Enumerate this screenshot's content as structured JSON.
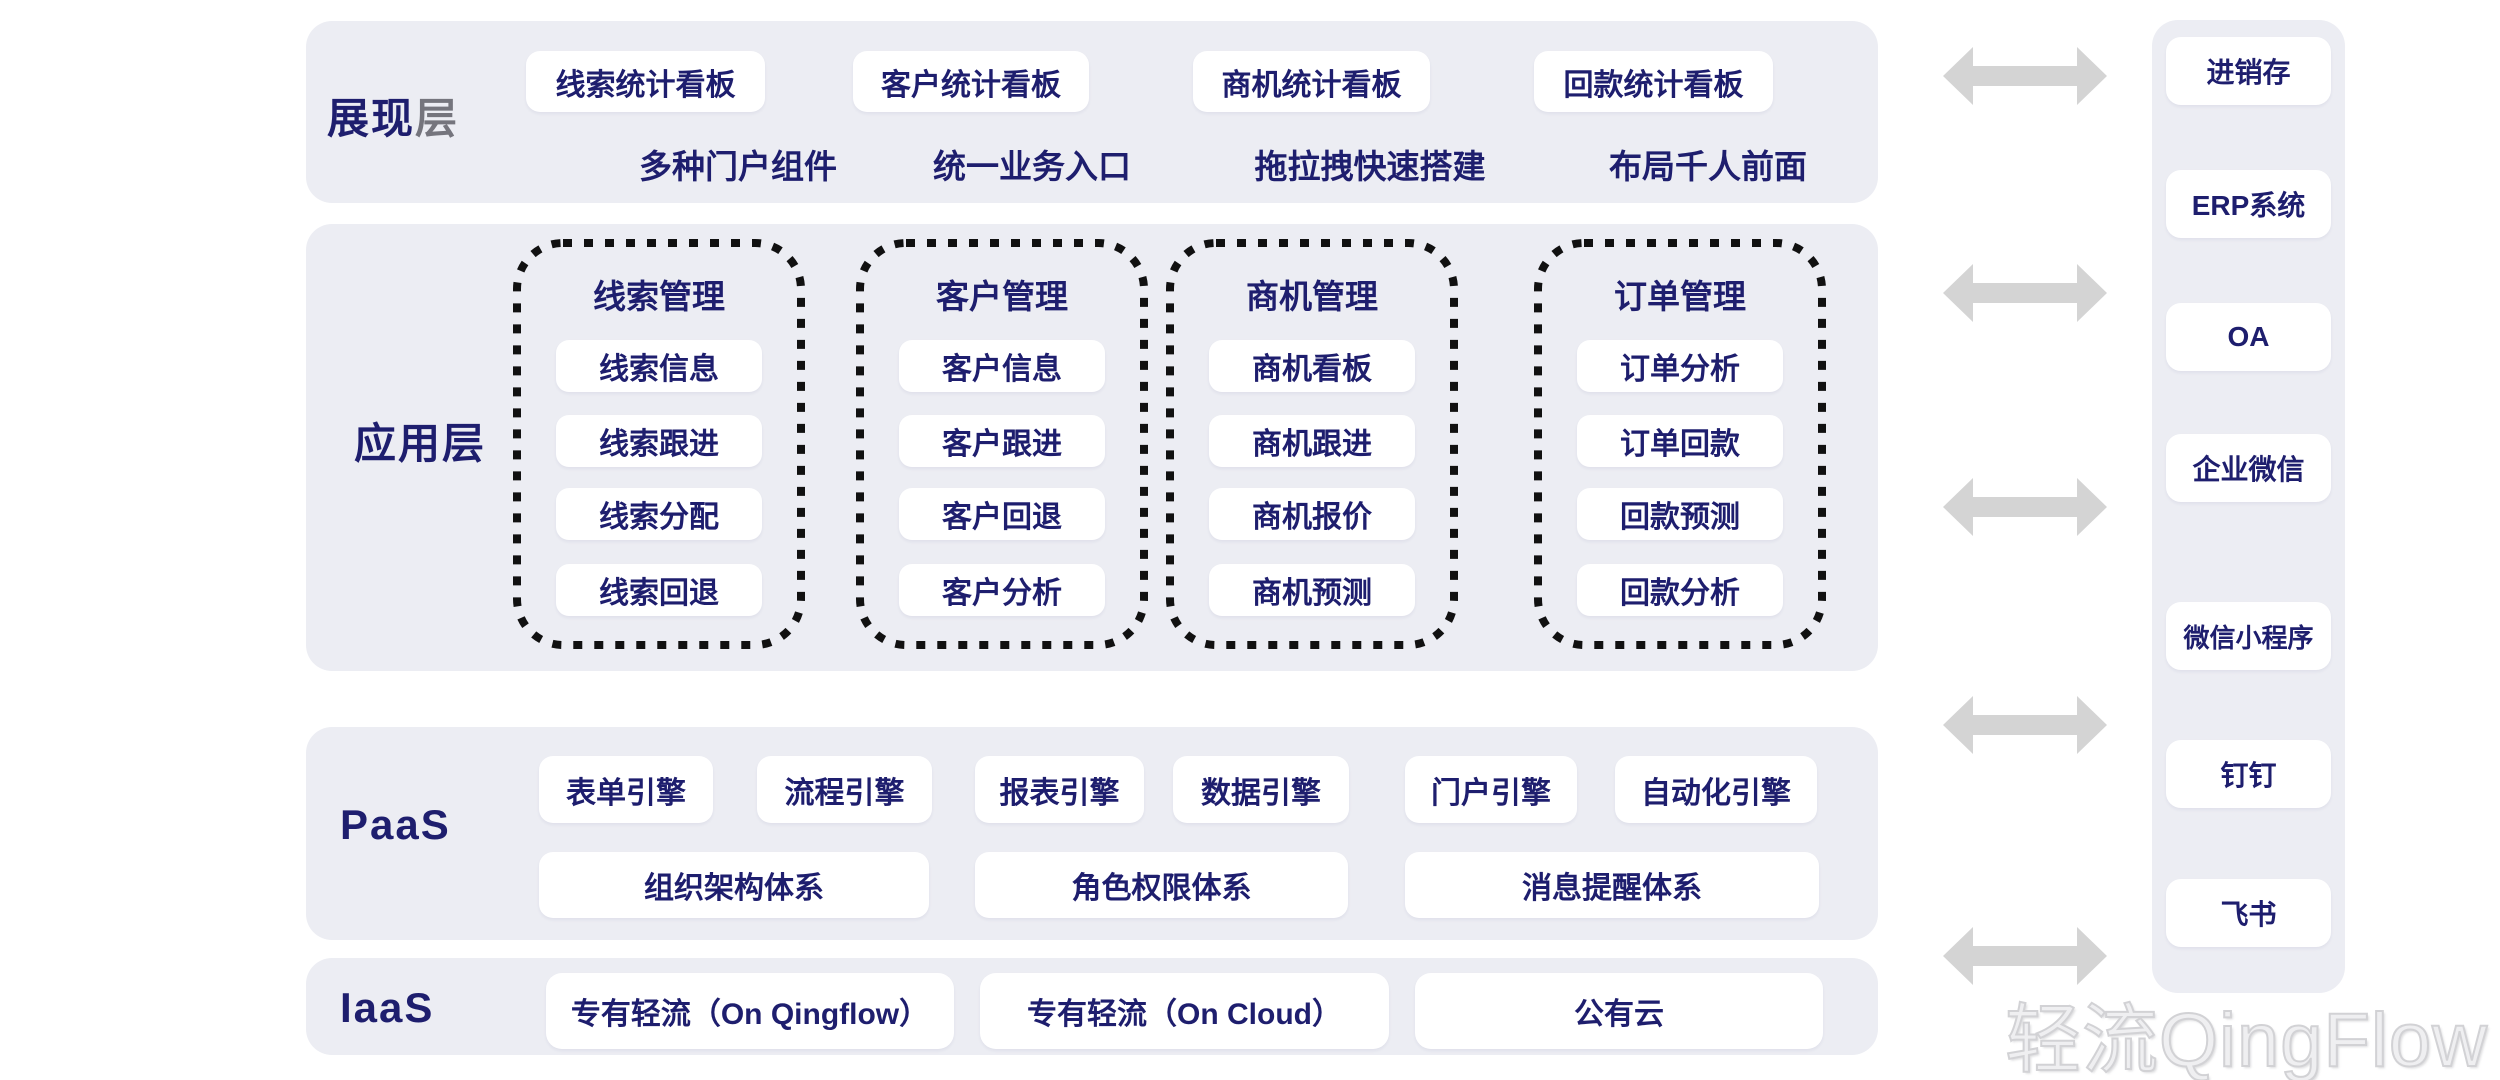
{
  "colors": {
    "panel_bg": "#ECEDF3",
    "card_bg": "#FFFFFF",
    "text_navy": "#1E1E6E",
    "label_gray": "#75757D",
    "arrow_gray": "#D4D4D4",
    "dotted_border": "#111111",
    "watermark_gray": "#D2D2D5"
  },
  "presentation": {
    "label_primary": "展现",
    "label_secondary": "层",
    "boards": [
      "线索统计看板",
      "客户统计看板",
      "商机统计看板",
      "回款统计看板"
    ],
    "features": [
      "多种门户组件",
      "统一业务入口",
      "拖拉拽快速搭建",
      "布局千人前面"
    ]
  },
  "application": {
    "label": "应用层",
    "groups": [
      {
        "title": "线索管理",
        "items": [
          "线索信息",
          "线索跟进",
          "线索分配",
          "线索回退"
        ]
      },
      {
        "title": "客户管理",
        "items": [
          "客户信息",
          "客户跟进",
          "客户回退",
          "客户分析"
        ]
      },
      {
        "title": "商机管理",
        "items": [
          "商机看板",
          "商机跟进",
          "商机报价",
          "商机预测"
        ]
      },
      {
        "title": "订单管理",
        "items": [
          "订单分析",
          "订单回款",
          "回款预测",
          "回款分析"
        ]
      }
    ]
  },
  "paas": {
    "label": "PaaS",
    "engines": [
      "表单引擎",
      "流程引擎",
      "报表引擎",
      "数据引擎",
      "门户引擎",
      "自动化引擎"
    ],
    "systems": [
      "组织架构体系",
      "角色权限体系",
      "消息提醒体系"
    ]
  },
  "iaas": {
    "label": "IaaS",
    "items": [
      "专有轻流（On Qingflow）",
      "专有轻流（On Cloud）",
      "公有云"
    ]
  },
  "integration": {
    "items": [
      "进销存",
      "ERP系统",
      "OA",
      "企业微信",
      "微信小程序",
      "钉钉",
      "飞书"
    ]
  },
  "watermark": {
    "text": "轻流QingFlow"
  }
}
